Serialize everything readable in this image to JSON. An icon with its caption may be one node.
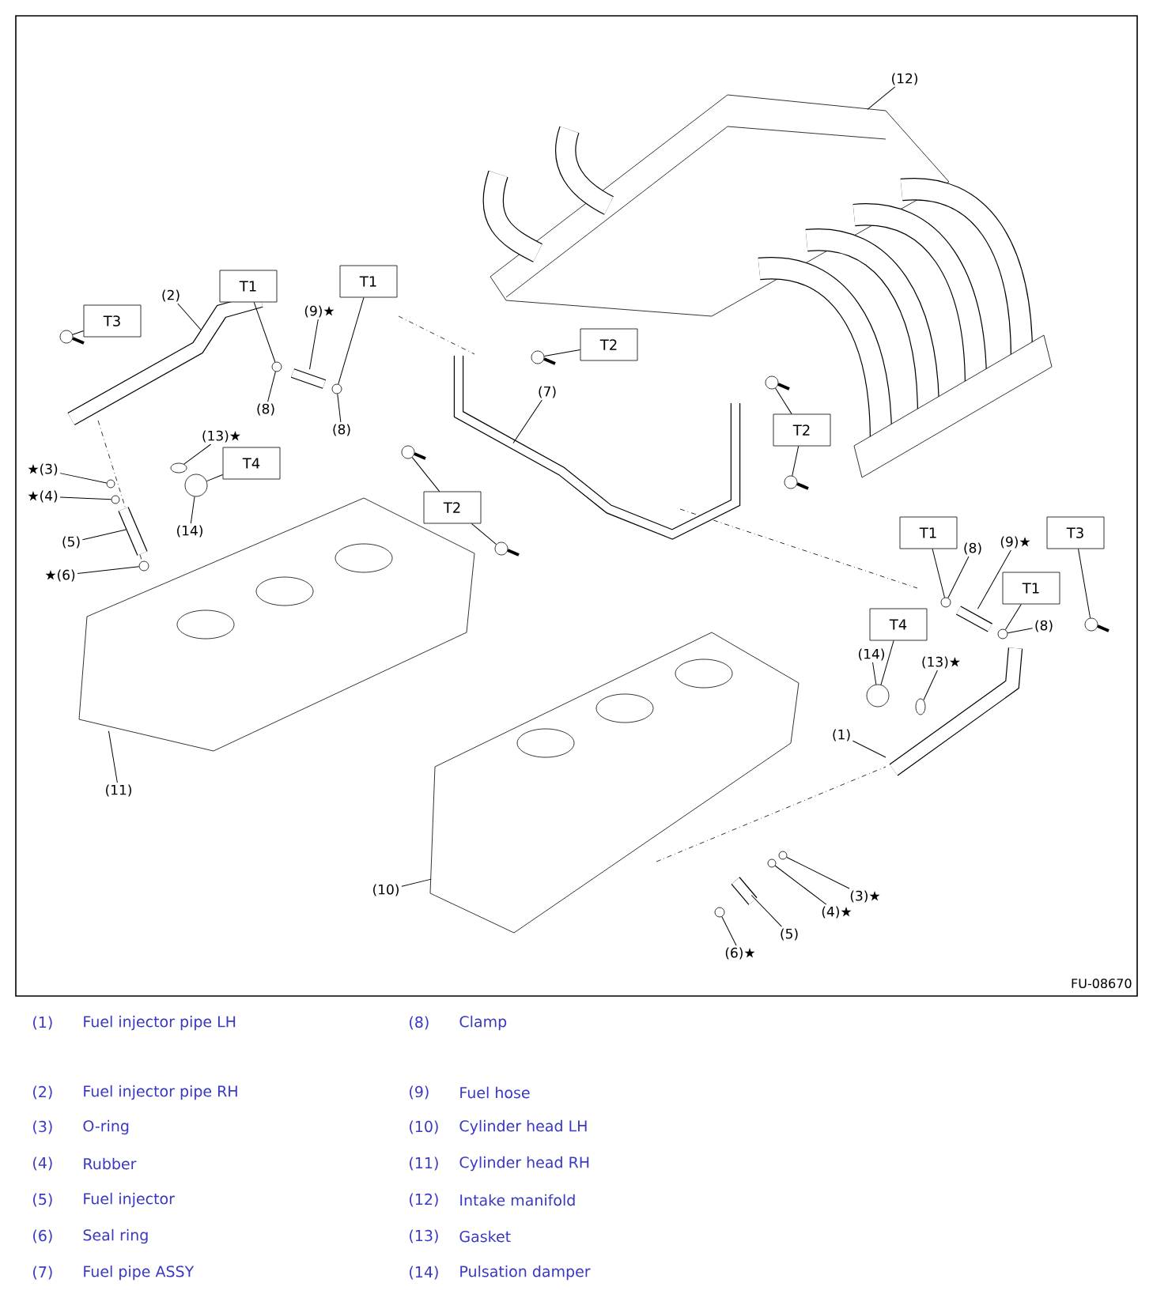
{
  "diagram": {
    "nodes": [
      {
        "text": [
          "(12)"
        ]
      },
      {
        "text": [
          "T3"
        ]
      },
      {
        "text": [
          "(2)"
        ]
      },
      {
        "text": [
          "T1"
        ]
      },
      {
        "text": [
          "(9)★"
        ]
      },
      {
        "text": [
          "T1"
        ]
      },
      {
        "text": [
          "(8)"
        ]
      },
      {
        "text": [
          "(8)"
        ]
      },
      {
        "text": [
          "T2"
        ]
      },
      {
        "text": [
          "(7)"
        ]
      },
      {
        "text": [
          "T2"
        ]
      },
      {
        "text": [
          "(13)★"
        ]
      },
      {
        "text": [
          "T4"
        ]
      },
      {
        "text": [
          "★(3)"
        ]
      },
      {
        "text": [
          "★(4)"
        ]
      },
      {
        "text": [
          "(14)"
        ]
      },
      {
        "text": [
          "T2"
        ]
      },
      {
        "text": [
          "(5)"
        ]
      },
      {
        "text": [
          "★(6)"
        ]
      },
      {
        "text": [
          "T1"
        ]
      },
      {
        "text": [
          "(8)"
        ]
      },
      {
        "text": [
          "(9)★"
        ]
      },
      {
        "text": [
          "T3"
        ]
      },
      {
        "text": [
          "T1"
        ]
      },
      {
        "text": [
          "(8)"
        ]
      },
      {
        "text": [
          "T4"
        ]
      },
      {
        "text": [
          "(14)"
        ]
      },
      {
        "text": [
          "(13)★"
        ]
      },
      {
        "text": [
          "(1)"
        ]
      },
      {
        "text": [
          "(11)"
        ]
      },
      {
        "text": [
          "(10)"
        ]
      },
      {
        "text": [
          "(3)★"
        ]
      },
      {
        "text": [
          "(4)★"
        ]
      },
      {
        "text": [
          "(5)"
        ]
      },
      {
        "text": [
          "(6)★"
        ]
      },
      {
        "text": [],
        "shape": "bolt"
      },
      {
        "text": [],
        "shape": "bolt"
      },
      {
        "text": [],
        "shape": "circle"
      },
      {
        "text": [],
        "shape": "bolt"
      },
      {
        "text": [],
        "shape": "circle"
      },
      {
        "text": [],
        "shape": "bolt"
      },
      {
        "text": [],
        "shape": "ellipse"
      },
      {
        "text": [],
        "shape": "bolt"
      },
      {
        "text": [],
        "shape": "circle"
      },
      {
        "text": [],
        "shape": "circle"
      },
      {
        "text": [],
        "shape": "circle"
      },
      {
        "text": [],
        "shape": "bolt"
      },
      {
        "text": [],
        "shape": "circle"
      },
      {
        "text": [],
        "shape": "circle"
      },
      {
        "text": [],
        "shape": "bolt"
      },
      {
        "text": [],
        "shape": "circle"
      },
      {
        "text": [],
        "shape": "circle"
      },
      {
        "text": [],
        "shape": "ellipse"
      },
      {
        "text": [],
        "shape": "circle"
      },
      {
        "text": [],
        "shape": "circle"
      },
      {
        "text": [],
        "shape": "circle"
      }
    ],
    "edges": [
      {
        "from": 0,
        "to": null,
        "arrow": "none"
      },
      {
        "from": 1,
        "to": 35,
        "arrow": "none"
      },
      {
        "from": 2,
        "to": null,
        "arrow": "none"
      },
      {
        "from": 3,
        "to": 37,
        "arrow": "none"
      },
      {
        "from": 4,
        "to": null,
        "arrow": "none"
      },
      {
        "from": 5,
        "to": 39,
        "arrow": "none"
      },
      {
        "from": 6,
        "to": 37,
        "arrow": "none"
      },
      {
        "from": 7,
        "to": 39,
        "arrow": "none"
      },
      {
        "from": 8,
        "to": 36,
        "arrow": "none"
      },
      {
        "from": 9,
        "to": null,
        "arrow": "none"
      },
      {
        "from": 10,
        "to": 38,
        "arrow": "none"
      },
      {
        "from": 10,
        "to": 42,
        "arrow": "none"
      },
      {
        "from": 11,
        "to": 41,
        "arrow": "none"
      },
      {
        "from": 12,
        "to": 44,
        "arrow": "none"
      },
      {
        "from": 13,
        "to": 43,
        "arrow": "none"
      },
      {
        "from": 14,
        "to": 45,
        "arrow": "none"
      },
      {
        "from": 15,
        "to": 44,
        "arrow": "none"
      },
      {
        "from": 16,
        "to": 40,
        "arrow": "none"
      },
      {
        "from": 16,
        "to": 46,
        "arrow": "none"
      },
      {
        "from": 17,
        "to": null,
        "arrow": "none"
      },
      {
        "from": 18,
        "to": 47,
        "arrow": "none"
      },
      {
        "from": 19,
        "to": 48,
        "arrow": "none"
      },
      {
        "from": 20,
        "to": 48,
        "arrow": "none"
      },
      {
        "from": 21,
        "to": null,
        "arrow": "none"
      },
      {
        "from": 22,
        "to": 49,
        "arrow": "none"
      },
      {
        "from": 23,
        "to": 50,
        "arrow": "none"
      },
      {
        "from": 24,
        "to": 50,
        "arrow": "none"
      },
      {
        "from": 25,
        "to": 51,
        "arrow": "none"
      },
      {
        "from": 26,
        "to": 51,
        "arrow": "none"
      },
      {
        "from": 27,
        "to": 52,
        "arrow": "none"
      },
      {
        "from": 28,
        "to": null,
        "arrow": "none"
      },
      {
        "from": 29,
        "to": null,
        "arrow": "none"
      },
      {
        "from": 30,
        "to": null,
        "arrow": "none"
      },
      {
        "from": 31,
        "to": 53,
        "arrow": "none"
      },
      {
        "from": 32,
        "to": 54,
        "arrow": "none"
      },
      {
        "from": 33,
        "to": null,
        "arrow": "none"
      },
      {
        "from": 34,
        "to": 55,
        "arrow": "none"
      }
    ],
    "labels": [
      "FU-08670",
      "(1)",
      "Fuel injector pipe LH",
      "(8)",
      "Clamp",
      "(2)",
      "Fuel injector pipe RH",
      "(9)",
      "Fuel hose",
      "(3)",
      "O-ring",
      "(10)",
      "Cylinder head LH",
      "(4)",
      "Rubber",
      "(11)",
      "Cylinder head RH",
      "(5)",
      "Fuel injector",
      "(12)",
      "Intake manifold",
      "(6)",
      "Seal ring",
      "(13)",
      "Gasket",
      "(7)",
      "Fuel pipe ASSY",
      "(14)",
      "Pulsation damper"
    ]
  }
}
